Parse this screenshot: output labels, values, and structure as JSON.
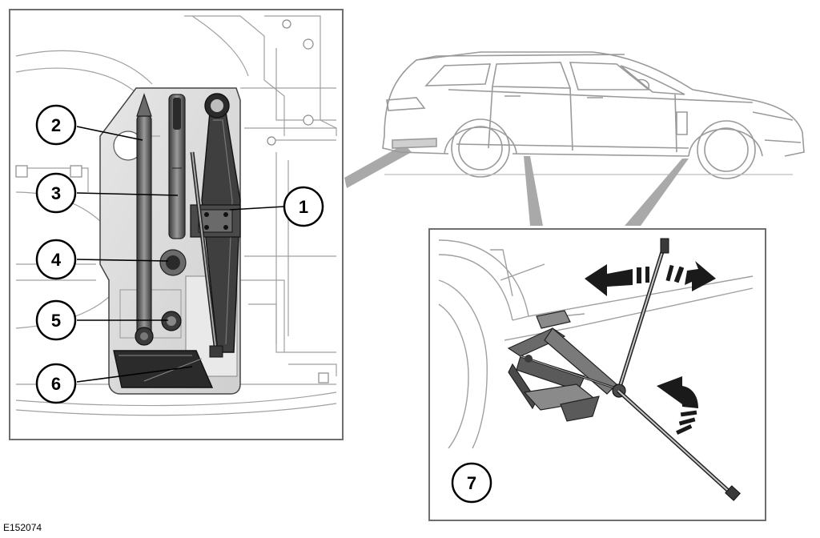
{
  "figure_ref": "E152074",
  "callouts": {
    "c1": "1",
    "c2": "2",
    "c3": "3",
    "c4": "4",
    "c5": "5",
    "c6": "6",
    "c7": "7"
  },
  "colors": {
    "line": "#1a1a1a",
    "light_line": "#9a9a9a",
    "tray_fill": "#dcdcdc",
    "tool_fill": "#5a5a5a",
    "dark_fill": "#2b2b2b",
    "callout_bg": "#ffffff",
    "frame": "#6e6e6e"
  },
  "icons": {
    "c1": "jack-icon",
    "c2": "wheel-brace-icon",
    "c3": "towing-eye-icon",
    "c4": "locking-wheel-nut-adaptor-icon",
    "c5": "socket-icon",
    "c6": "warning-triangle-icon"
  }
}
